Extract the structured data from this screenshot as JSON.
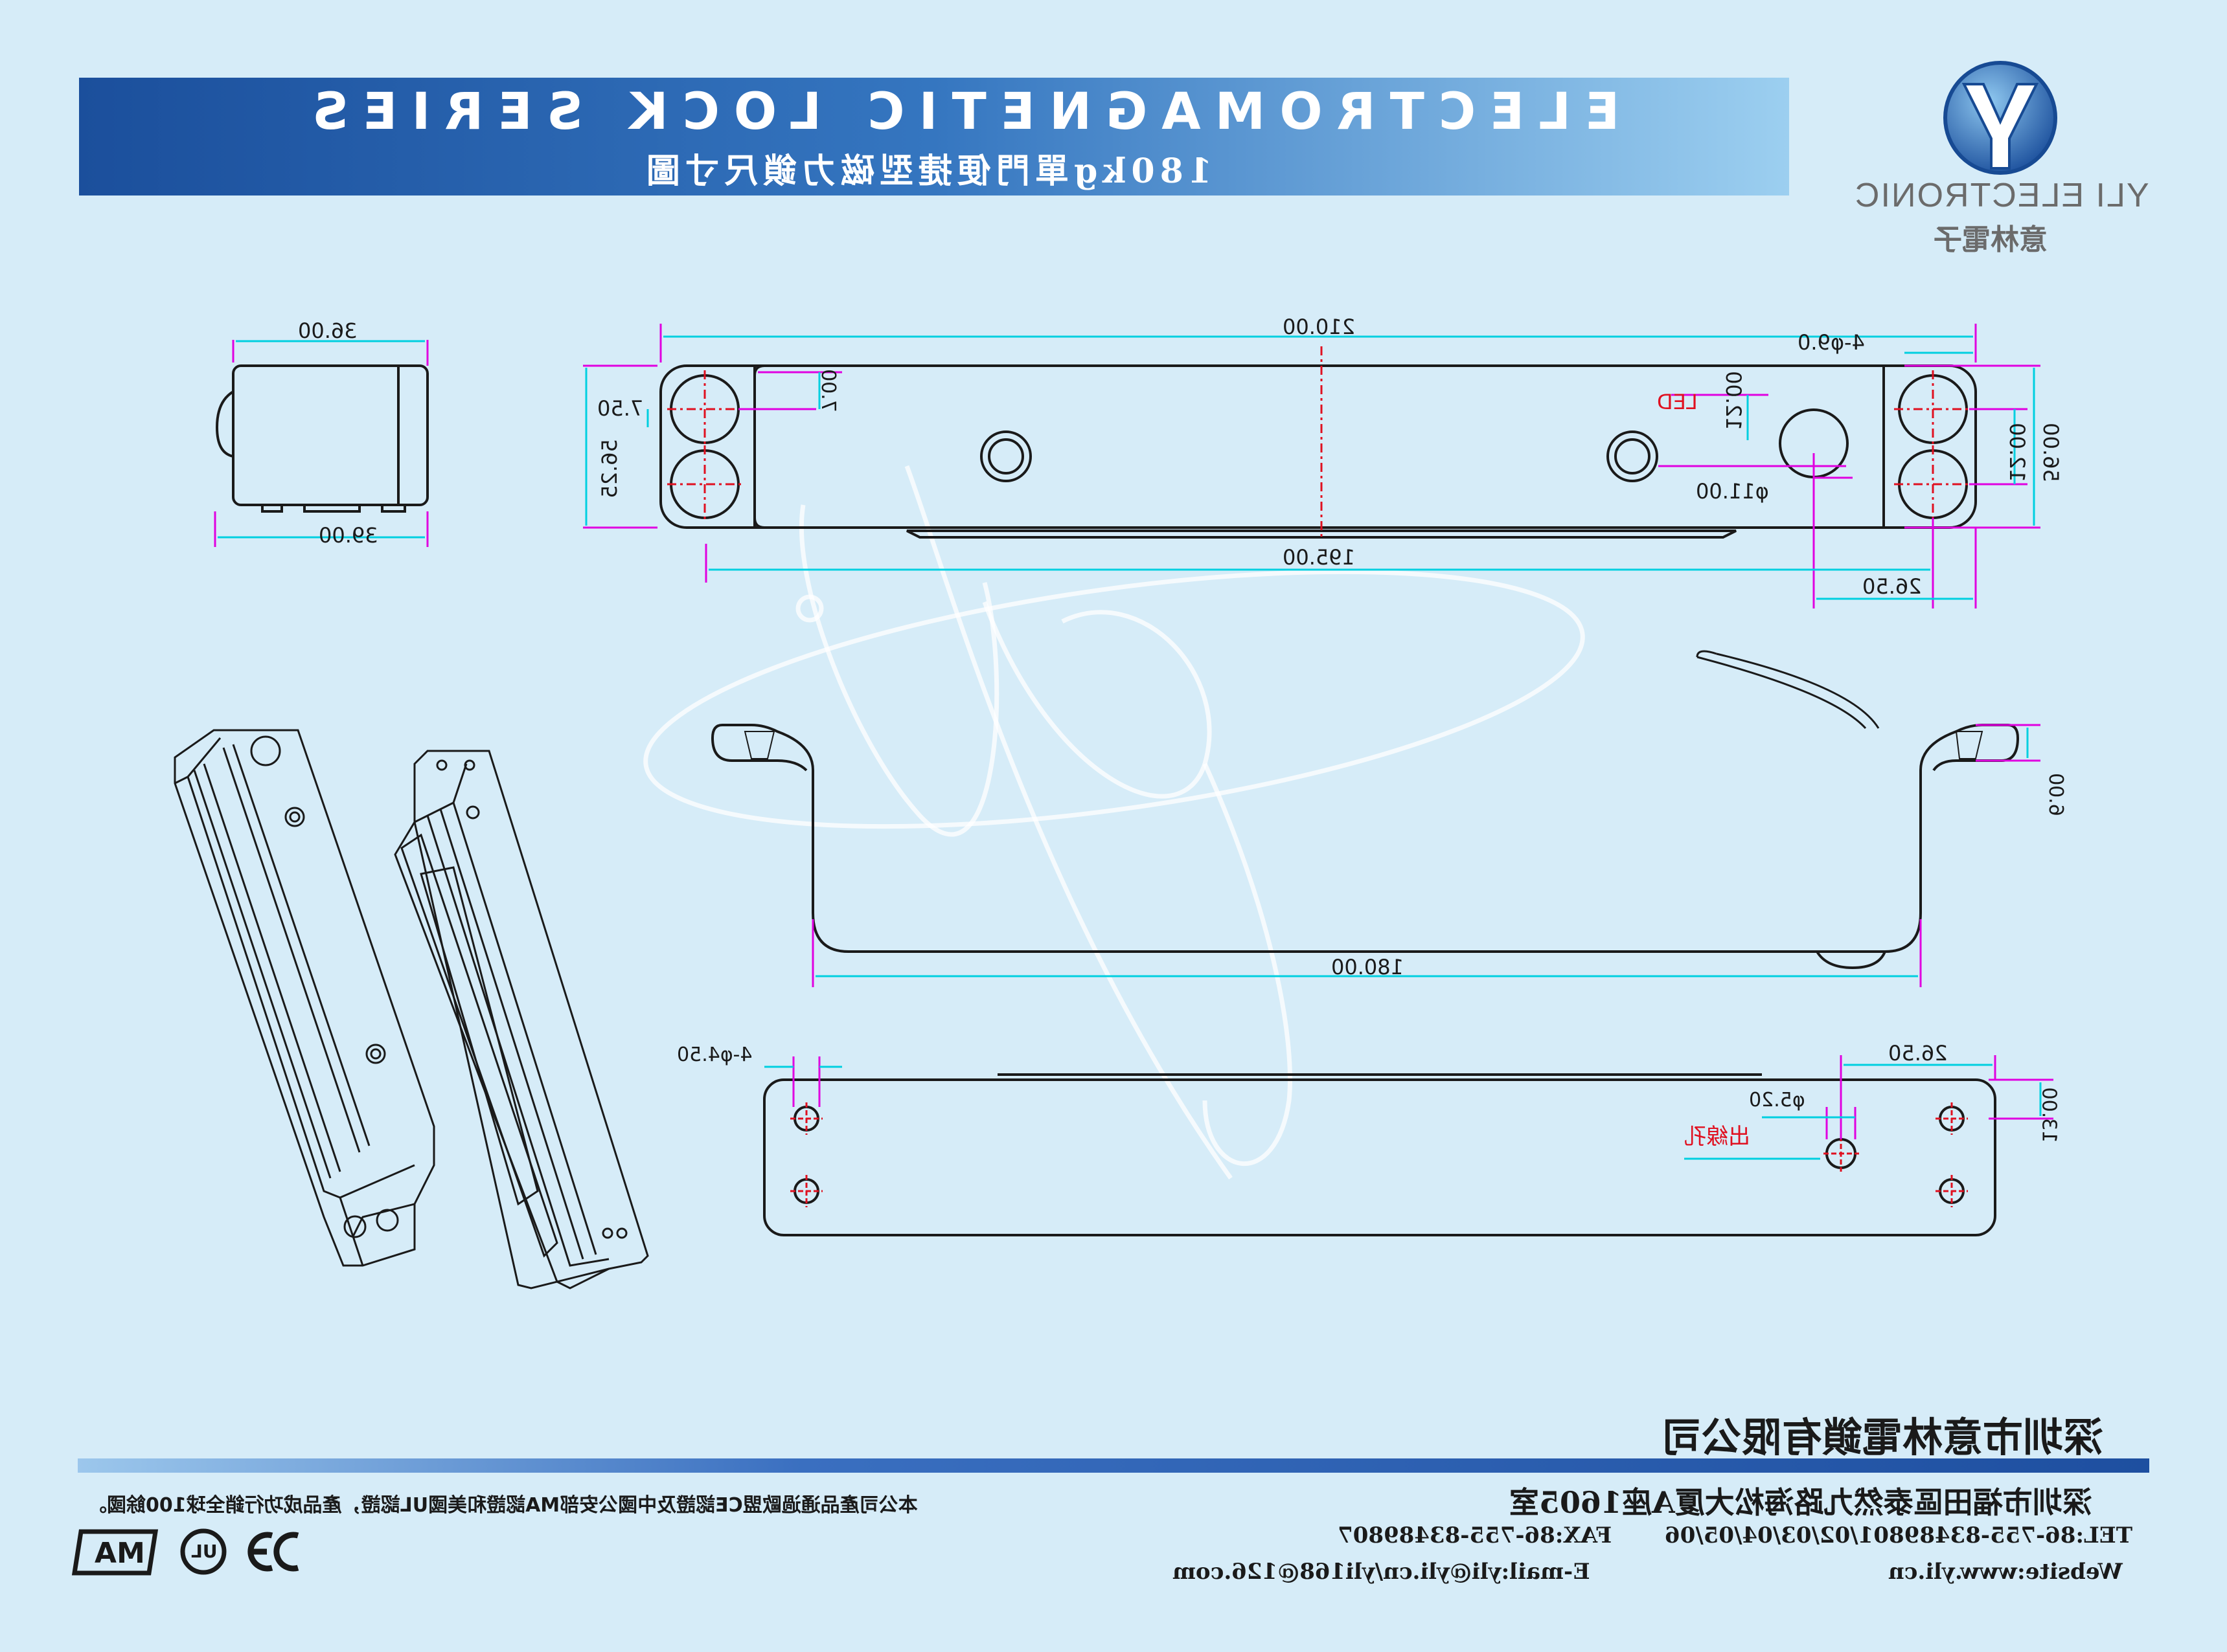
{
  "header": {
    "title": "ELECTROMAGNETIC LOCK SERIES",
    "subtitle": "180kg單門便捷型磁力鎖尺寸圖",
    "band_colors": [
      "#1b4f9c",
      "#8fc6ec"
    ]
  },
  "logo": {
    "brand": "YLI ELECTRONIC",
    "brand_cn": "意林電子",
    "icon": "yli-y-logo-icon"
  },
  "dimensions": {
    "side_top": "36.00",
    "side_bottom": "39.00",
    "total_length": "210.00",
    "hole_spacing": "195.00",
    "holes_label": "4-φ9.0",
    "edge_offset": "7.00",
    "hole_offset_y": "7.50",
    "height_left": "56.25",
    "led_label": "LED",
    "led_offset": "12.00",
    "led_diameter": "φ11.00",
    "height_right": "56.00",
    "hole_pitch": "12.00",
    "end_offset_top": "26.50",
    "step_height": "6.00",
    "body_length": "180.00",
    "bottom_holes_label": "4-φ4.50",
    "end_offset_bottom": "26.50",
    "cable_hole_dia": "φ5.20",
    "cable_hole_label": "出線孔",
    "bottom_height": "13.00"
  },
  "footer": {
    "company": "深圳市意林電鎖有限公司",
    "address": "深圳市福田區泰然九路海松大厦A座1605室",
    "tel": "TEL:86-755-83489801/02/03/04/05/06",
    "fax": "FAX:86-755-83489807",
    "website": "Website:www.yli.cn",
    "email": "E-mail:yli@yli.cn/yli168@126.com",
    "cert_note": "本公司產品通過歐盟CE認證及中國公安部MA認證和美國UL認證，產品成功行銷全球100餘國。",
    "cert_icons": [
      "ma-cert-icon",
      "ul-cert-icon",
      "ce-cert-icon"
    ],
    "ma_text": "MA",
    "ul_text": "UL",
    "ce_text": "CE"
  },
  "colors": {
    "background": "#d6ecf8",
    "outline": "#1a1a1a",
    "dimension": "#00cfe0",
    "extension": "#e000e0",
    "center_mark": "#e01020",
    "bar": "#1e4fa0"
  }
}
